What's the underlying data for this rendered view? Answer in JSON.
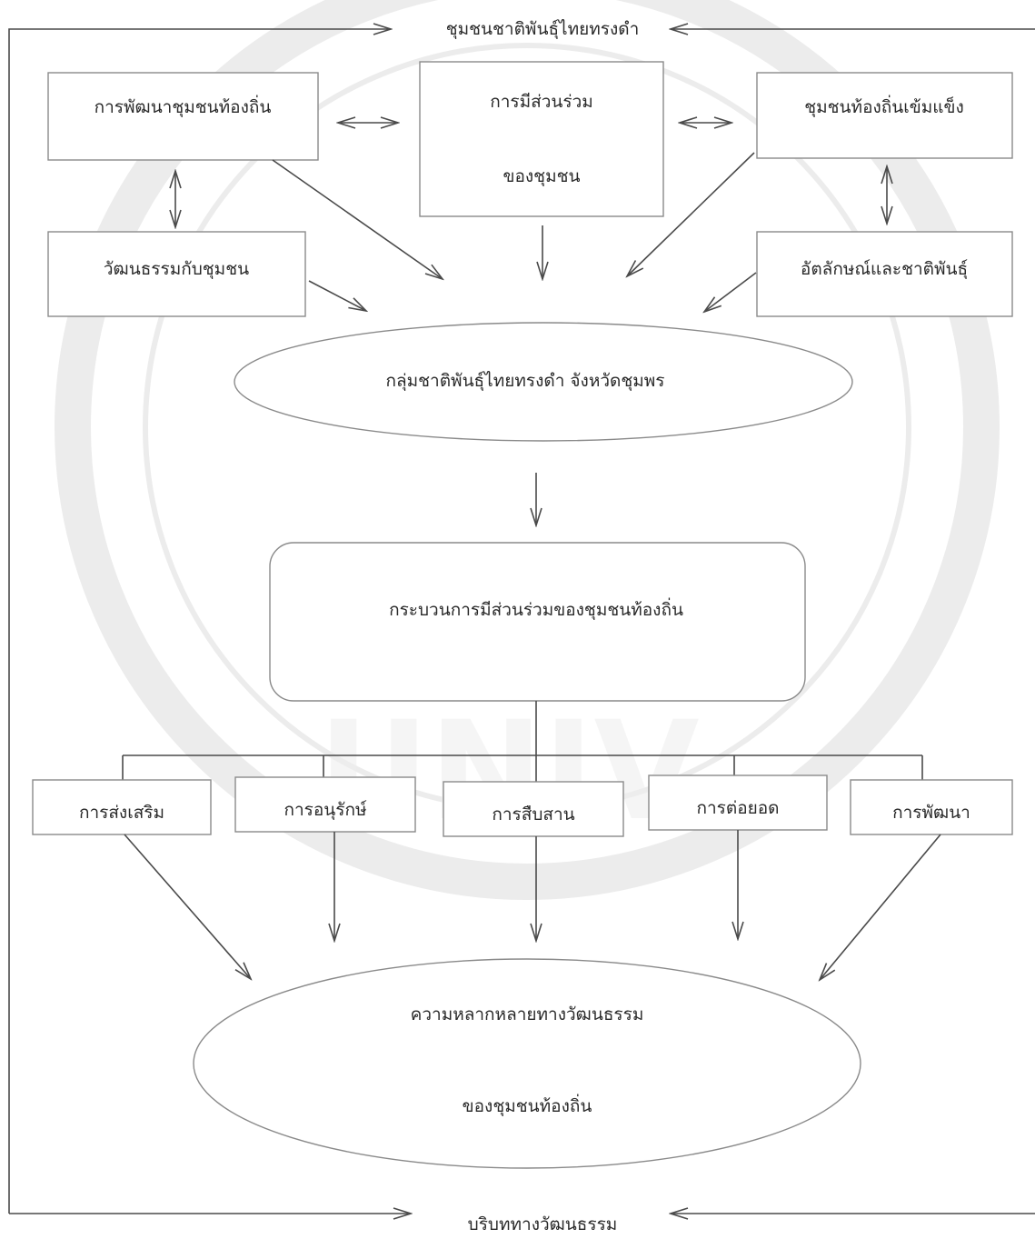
{
  "diagram": {
    "top_label": "ชุมชนชาติพันธุ์ไทยทรงดำ",
    "bottom_label": "บริบททางวัฒนธรรม",
    "box_development": "การพัฒนาชุมชนท้องถิ่น",
    "box_participation_line1": "การมีส่วนร่วม",
    "box_participation_line2": "ของชุมชน",
    "box_strong_community": "ชุมชนท้องถิ่นเข้มแข็ง",
    "box_culture": "วัฒนธรรมกับชุมชน",
    "box_identity": "อัตลักษณ์และชาติพันธุ์",
    "center_ellipse": "กลุ่มชาติพันธุ์ไทยทรงดำ จังหวัดชุมพร",
    "process_box": "กระบวนการมีส่วนร่วมของชุมชนท้องถิ่น",
    "branches": [
      "การส่งเสริม",
      "การอนุรักษ์",
      "การสืบสาน",
      "การต่อยอด",
      "การพัฒนา"
    ],
    "result_line1": "ความหลากหลายทางวัฒนธรรม",
    "result_line2": "ของชุมชนท้องถิ่น"
  }
}
